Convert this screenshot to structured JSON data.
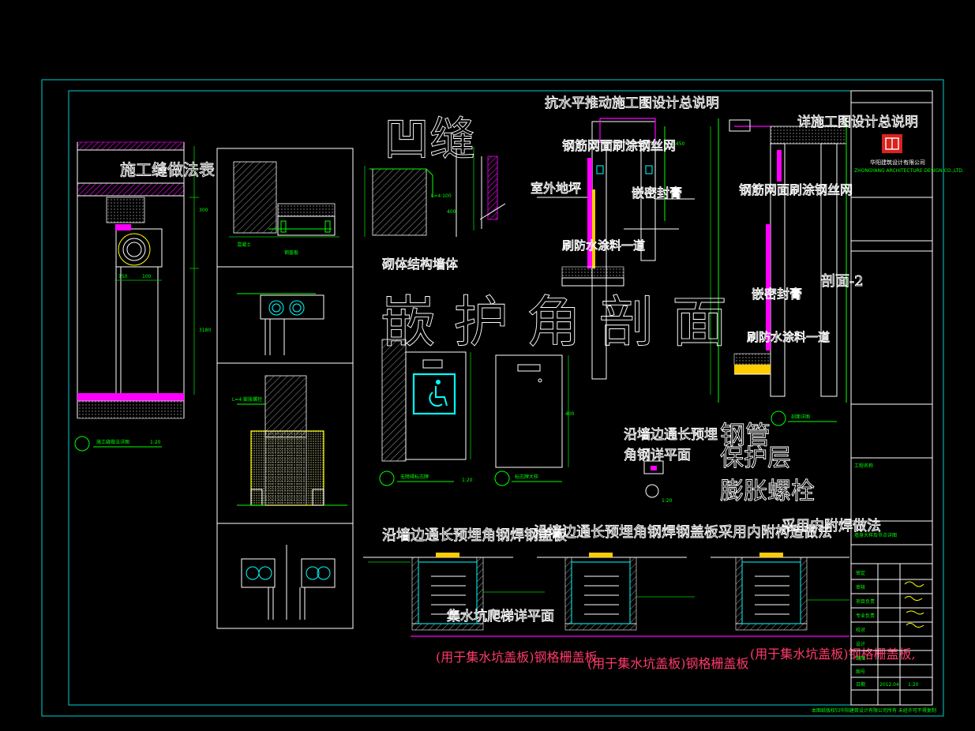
{
  "drawing": {
    "texts": {
      "groove": "凹缝",
      "waterproof_note": "抗水平推动施工图设计总说明",
      "mesh_left": "钢筋网面刷涂钢丝网",
      "mesh_right": "钢筋网面刷涂钢丝网",
      "outdoor_floor": "室外地坪",
      "sealant": "嵌密封膏",
      "sealant_right": "嵌密封膏",
      "waterproof_coat": "刷防水涂料一道",
      "waterproof_coat_right": "刷防水涂料一道",
      "design_notes": "详施工图设计总说明",
      "masonry_header": "砌体结构墙体",
      "big_row": "嵌 护 角 剖 面",
      "section_label": "剖面-2",
      "steel_pipe": "钢管",
      "layer": "保护层",
      "expansion_bolt": "膨胀螺栓",
      "left_title": "施工缝做法表",
      "long_strip_left": "沿墙边通长预埋",
      "long_strip_mid": "角钢详平面",
      "note_row_left": "沿墙边通长预埋角钢焊钢盖板",
      "note_row_mid": "沿墙边通长预埋角钢焊钢盖板采用内附构造做法",
      "note_row_right": "采用内附焊做法",
      "stair_plan": "集水坑爬梯详平面",
      "pit_note_1": "(用于集水坑盖板)钢格栅盖板",
      "pit_note_2": "(用于集水坑盖板)钢格栅盖板",
      "pit_note_3": "(用于集水坑盖板)钢格栅盖板,"
    },
    "view_labels": {
      "left_detail": "施工缝做法详图",
      "access_sign": "无障碍标志牌",
      "sign_plate": "标志牌大样",
      "section_scale": "剖面详图",
      "scale_1_20": "1:20"
    },
    "title_block": {
      "company_cn": "华阳建筑设计有限公司",
      "company_en": "ZHONGYANG ARCHITECTURE DESIGN CO.,LTD.",
      "project_label": "工程名称",
      "drawing_name": "墙身大样及节点详图",
      "rows": [
        "审定",
        "审核",
        "项目负责",
        "专业负责",
        "校对",
        "设计",
        "制图"
      ],
      "drawing_no_label": "图号",
      "scale": "1:20",
      "date_label": "日期",
      "date": "2012.04"
    },
    "footer_text": "本图纸版权归华阳建筑设计有限公司所有 未经许可不得复制"
  },
  "colors": {
    "background": "#000000",
    "line_white": "#ffffff",
    "line_cyan": "#00ffff",
    "line_green": "#00ff00",
    "line_magenta": "#ff00ff",
    "line_blue": "#3f6fff",
    "annotation_pink": "#ff3a6a",
    "logo_red": "#d9221c"
  }
}
